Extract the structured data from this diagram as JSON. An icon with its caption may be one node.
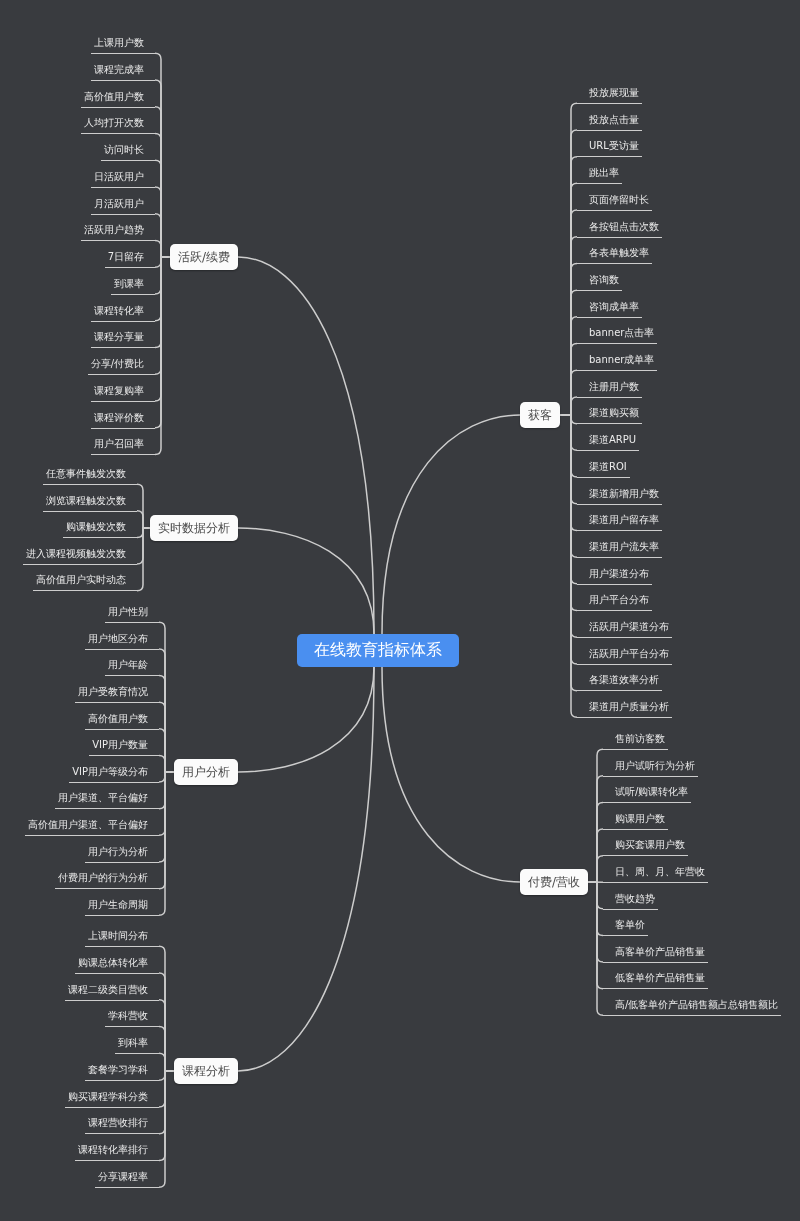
{
  "diagram": {
    "nodes": [
      {
        "text": [
          "在线教育指标体系"
        ]
      },
      {
        "text": [
          "活跃/续费"
        ]
      },
      {
        "text": [
          "上课用户数"
        ]
      },
      {
        "text": [
          "课程完成率"
        ]
      },
      {
        "text": [
          "高价值用户数"
        ]
      },
      {
        "text": [
          "人均打开次数"
        ]
      },
      {
        "text": [
          "访问时长"
        ]
      },
      {
        "text": [
          "日活跃用户"
        ]
      },
      {
        "text": [
          "月活跃用户"
        ]
      },
      {
        "text": [
          "活跃用户趋势"
        ]
      },
      {
        "text": [
          "7日留存"
        ]
      },
      {
        "text": [
          "到课率"
        ]
      },
      {
        "text": [
          "课程转化率"
        ]
      },
      {
        "text": [
          "课程分享量"
        ]
      },
      {
        "text": [
          "分享/付费比"
        ]
      },
      {
        "text": [
          "课程复购率"
        ]
      },
      {
        "text": [
          "课程评价数"
        ]
      },
      {
        "text": [
          "用户召回率"
        ]
      },
      {
        "text": [
          "实时数据分析"
        ]
      },
      {
        "text": [
          "任意事件触发次数"
        ]
      },
      {
        "text": [
          "浏览课程触发次数"
        ]
      },
      {
        "text": [
          "购课触发次数"
        ]
      },
      {
        "text": [
          "进入课程视频触发次数"
        ]
      },
      {
        "text": [
          "高价值用户实时动态"
        ]
      },
      {
        "text": [
          "用户分析"
        ]
      },
      {
        "text": [
          "用户性别"
        ]
      },
      {
        "text": [
          "用户地区分布"
        ]
      },
      {
        "text": [
          "用户年龄"
        ]
      },
      {
        "text": [
          "用户受教育情况"
        ]
      },
      {
        "text": [
          "高价值用户数"
        ]
      },
      {
        "text": [
          "VIP用户数量"
        ]
      },
      {
        "text": [
          "VIP用户等级分布"
        ]
      },
      {
        "text": [
          "用户渠道、平台偏好"
        ]
      },
      {
        "text": [
          "高价值用户渠道、平台偏好"
        ]
      },
      {
        "text": [
          "用户行为分析"
        ]
      },
      {
        "text": [
          "付费用户的行为分析"
        ]
      },
      {
        "text": [
          "用户生命周期"
        ]
      },
      {
        "text": [
          "课程分析"
        ]
      },
      {
        "text": [
          "上课时间分布"
        ]
      },
      {
        "text": [
          "购课总体转化率"
        ]
      },
      {
        "text": [
          "课程二级类目营收"
        ]
      },
      {
        "text": [
          "学科营收"
        ]
      },
      {
        "text": [
          "到科率"
        ]
      },
      {
        "text": [
          "套餐学习学科"
        ]
      },
      {
        "text": [
          "购买课程学科分类"
        ]
      },
      {
        "text": [
          "课程营收排行"
        ]
      },
      {
        "text": [
          "课程转化率排行"
        ]
      },
      {
        "text": [
          "分享课程率"
        ]
      },
      {
        "text": [
          "获客"
        ]
      },
      {
        "text": [
          "投放展现量"
        ]
      },
      {
        "text": [
          "投放点击量"
        ]
      },
      {
        "text": [
          "URL受访量"
        ]
      },
      {
        "text": [
          "跳出率"
        ]
      },
      {
        "text": [
          "页面停留时长"
        ]
      },
      {
        "text": [
          "各按钮点击次数"
        ]
      },
      {
        "text": [
          "各表单触发率"
        ]
      },
      {
        "text": [
          "咨询数"
        ]
      },
      {
        "text": [
          "咨询成单率"
        ]
      },
      {
        "text": [
          "banner点击率"
        ]
      },
      {
        "text": [
          "banner成单率"
        ]
      },
      {
        "text": [
          "注册用户数"
        ]
      },
      {
        "text": [
          "渠道购买额"
        ]
      },
      {
        "text": [
          "渠道ARPU"
        ]
      },
      {
        "text": [
          "渠道ROI"
        ]
      },
      {
        "text": [
          "渠道新增用户数"
        ]
      },
      {
        "text": [
          "渠道用户留存率"
        ]
      },
      {
        "text": [
          "渠道用户流失率"
        ]
      },
      {
        "text": [
          "用户渠道分布"
        ]
      },
      {
        "text": [
          "用户平台分布"
        ]
      },
      {
        "text": [
          "活跃用户渠道分布"
        ]
      },
      {
        "text": [
          "活跃用户平台分布"
        ]
      },
      {
        "text": [
          "各渠道效率分析"
        ]
      },
      {
        "text": [
          "渠道用户质量分析"
        ]
      },
      {
        "text": [
          "付费/营收"
        ]
      },
      {
        "text": [
          "售前访客数"
        ]
      },
      {
        "text": [
          "用户试听行为分析"
        ]
      },
      {
        "text": [
          "试听/购课转化率"
        ]
      },
      {
        "text": [
          "购课用户数"
        ]
      },
      {
        "text": [
          "购买套课用户数"
        ]
      },
      {
        "text": [
          "日、周、月、年营收"
        ]
      },
      {
        "text": [
          "营收趋势"
        ]
      },
      {
        "text": [
          "客单价"
        ]
      },
      {
        "text": [
          "高客单价产品销售量"
        ]
      },
      {
        "text": [
          "低客单价产品销售量"
        ]
      },
      {
        "text": [
          "高/低客单价产品销售额占总销售额比"
        ]
      }
    ],
    "edges": [
      {
        "from": 0,
        "to": 1,
        "arrow": "none"
      },
      {
        "from": 1,
        "to": 2,
        "arrow": "none"
      },
      {
        "from": 1,
        "to": 3,
        "arrow": "none"
      },
      {
        "from": 1,
        "to": 4,
        "arrow": "none"
      },
      {
        "from": 1,
        "to": 5,
        "arrow": "none"
      },
      {
        "from": 1,
        "to": 6,
        "arrow": "none"
      },
      {
        "from": 1,
        "to": 7,
        "arrow": "none"
      },
      {
        "from": 1,
        "to": 8,
        "arrow": "none"
      },
      {
        "from": 1,
        "to": 9,
        "arrow": "none"
      },
      {
        "from": 1,
        "to": 10,
        "arrow": "none"
      },
      {
        "from": 1,
        "to": 11,
        "arrow": "none"
      },
      {
        "from": 1,
        "to": 12,
        "arrow": "none"
      },
      {
        "from": 1,
        "to": 13,
        "arrow": "none"
      },
      {
        "from": 1,
        "to": 14,
        "arrow": "none"
      },
      {
        "from": 1,
        "to": 15,
        "arrow": "none"
      },
      {
        "from": 1,
        "to": 16,
        "arrow": "none"
      },
      {
        "from": 1,
        "to": 17,
        "arrow": "none"
      },
      {
        "from": 0,
        "to": 18,
        "arrow": "none"
      },
      {
        "from": 18,
        "to": 19,
        "arrow": "none"
      },
      {
        "from": 18,
        "to": 20,
        "arrow": "none"
      },
      {
        "from": 18,
        "to": 21,
        "arrow": "none"
      },
      {
        "from": 18,
        "to": 22,
        "arrow": "none"
      },
      {
        "from": 18,
        "to": 23,
        "arrow": "none"
      },
      {
        "from": 0,
        "to": 24,
        "arrow": "none"
      },
      {
        "from": 24,
        "to": 25,
        "arrow": "none"
      },
      {
        "from": 24,
        "to": 26,
        "arrow": "none"
      },
      {
        "from": 24,
        "to": 27,
        "arrow": "none"
      },
      {
        "from": 24,
        "to": 28,
        "arrow": "none"
      },
      {
        "from": 24,
        "to": 29,
        "arrow": "none"
      },
      {
        "from": 24,
        "to": 30,
        "arrow": "none"
      },
      {
        "from": 24,
        "to": 31,
        "arrow": "none"
      },
      {
        "from": 24,
        "to": 32,
        "arrow": "none"
      },
      {
        "from": 24,
        "to": 33,
        "arrow": "none"
      },
      {
        "from": 24,
        "to": 34,
        "arrow": "none"
      },
      {
        "from": 24,
        "to": 35,
        "arrow": "none"
      },
      {
        "from": 24,
        "to": 36,
        "arrow": "none"
      },
      {
        "from": 0,
        "to": 37,
        "arrow": "none"
      },
      {
        "from": 37,
        "to": 38,
        "arrow": "none"
      },
      {
        "from": 37,
        "to": 39,
        "arrow": "none"
      },
      {
        "from": 37,
        "to": 40,
        "arrow": "none"
      },
      {
        "from": 37,
        "to": 41,
        "arrow": "none"
      },
      {
        "from": 37,
        "to": 42,
        "arrow": "none"
      },
      {
        "from": 37,
        "to": 43,
        "arrow": "none"
      },
      {
        "from": 37,
        "to": 44,
        "arrow": "none"
      },
      {
        "from": 37,
        "to": 45,
        "arrow": "none"
      },
      {
        "from": 37,
        "to": 46,
        "arrow": "none"
      },
      {
        "from": 37,
        "to": 47,
        "arrow": "none"
      },
      {
        "from": 0,
        "to": 48,
        "arrow": "none"
      },
      {
        "from": 48,
        "to": 49,
        "arrow": "none"
      },
      {
        "from": 48,
        "to": 50,
        "arrow": "none"
      },
      {
        "from": 48,
        "to": 51,
        "arrow": "none"
      },
      {
        "from": 48,
        "to": 52,
        "arrow": "none"
      },
      {
        "from": 48,
        "to": 53,
        "arrow": "none"
      },
      {
        "from": 48,
        "to": 54,
        "arrow": "none"
      },
      {
        "from": 48,
        "to": 55,
        "arrow": "none"
      },
      {
        "from": 48,
        "to": 56,
        "arrow": "none"
      },
      {
        "from": 48,
        "to": 57,
        "arrow": "none"
      },
      {
        "from": 48,
        "to": 58,
        "arrow": "none"
      },
      {
        "from": 48,
        "to": 59,
        "arrow": "none"
      },
      {
        "from": 48,
        "to": 60,
        "arrow": "none"
      },
      {
        "from": 48,
        "to": 61,
        "arrow": "none"
      },
      {
        "from": 48,
        "to": 62,
        "arrow": "none"
      },
      {
        "from": 48,
        "to": 63,
        "arrow": "none"
      },
      {
        "from": 48,
        "to": 64,
        "arrow": "none"
      },
      {
        "from": 48,
        "to": 65,
        "arrow": "none"
      },
      {
        "from": 48,
        "to": 66,
        "arrow": "none"
      },
      {
        "from": 48,
        "to": 67,
        "arrow": "none"
      },
      {
        "from": 48,
        "to": 68,
        "arrow": "none"
      },
      {
        "from": 48,
        "to": 69,
        "arrow": "none"
      },
      {
        "from": 48,
        "to": 70,
        "arrow": "none"
      },
      {
        "from": 48,
        "to": 71,
        "arrow": "none"
      },
      {
        "from": 48,
        "to": 72,
        "arrow": "none"
      },
      {
        "from": 0,
        "to": 73,
        "arrow": "none"
      },
      {
        "from": 73,
        "to": 74,
        "arrow": "none"
      },
      {
        "from": 73,
        "to": 75,
        "arrow": "none"
      },
      {
        "from": 73,
        "to": 76,
        "arrow": "none"
      },
      {
        "from": 73,
        "to": 77,
        "arrow": "none"
      },
      {
        "from": 73,
        "to": 78,
        "arrow": "none"
      },
      {
        "from": 73,
        "to": 79,
        "arrow": "none"
      },
      {
        "from": 73,
        "to": 80,
        "arrow": "none"
      },
      {
        "from": 73,
        "to": 81,
        "arrow": "none"
      },
      {
        "from": 73,
        "to": 82,
        "arrow": "none"
      },
      {
        "from": 73,
        "to": 83,
        "arrow": "none"
      },
      {
        "from": 73,
        "to": 84,
        "arrow": "none"
      }
    ]
  }
}
